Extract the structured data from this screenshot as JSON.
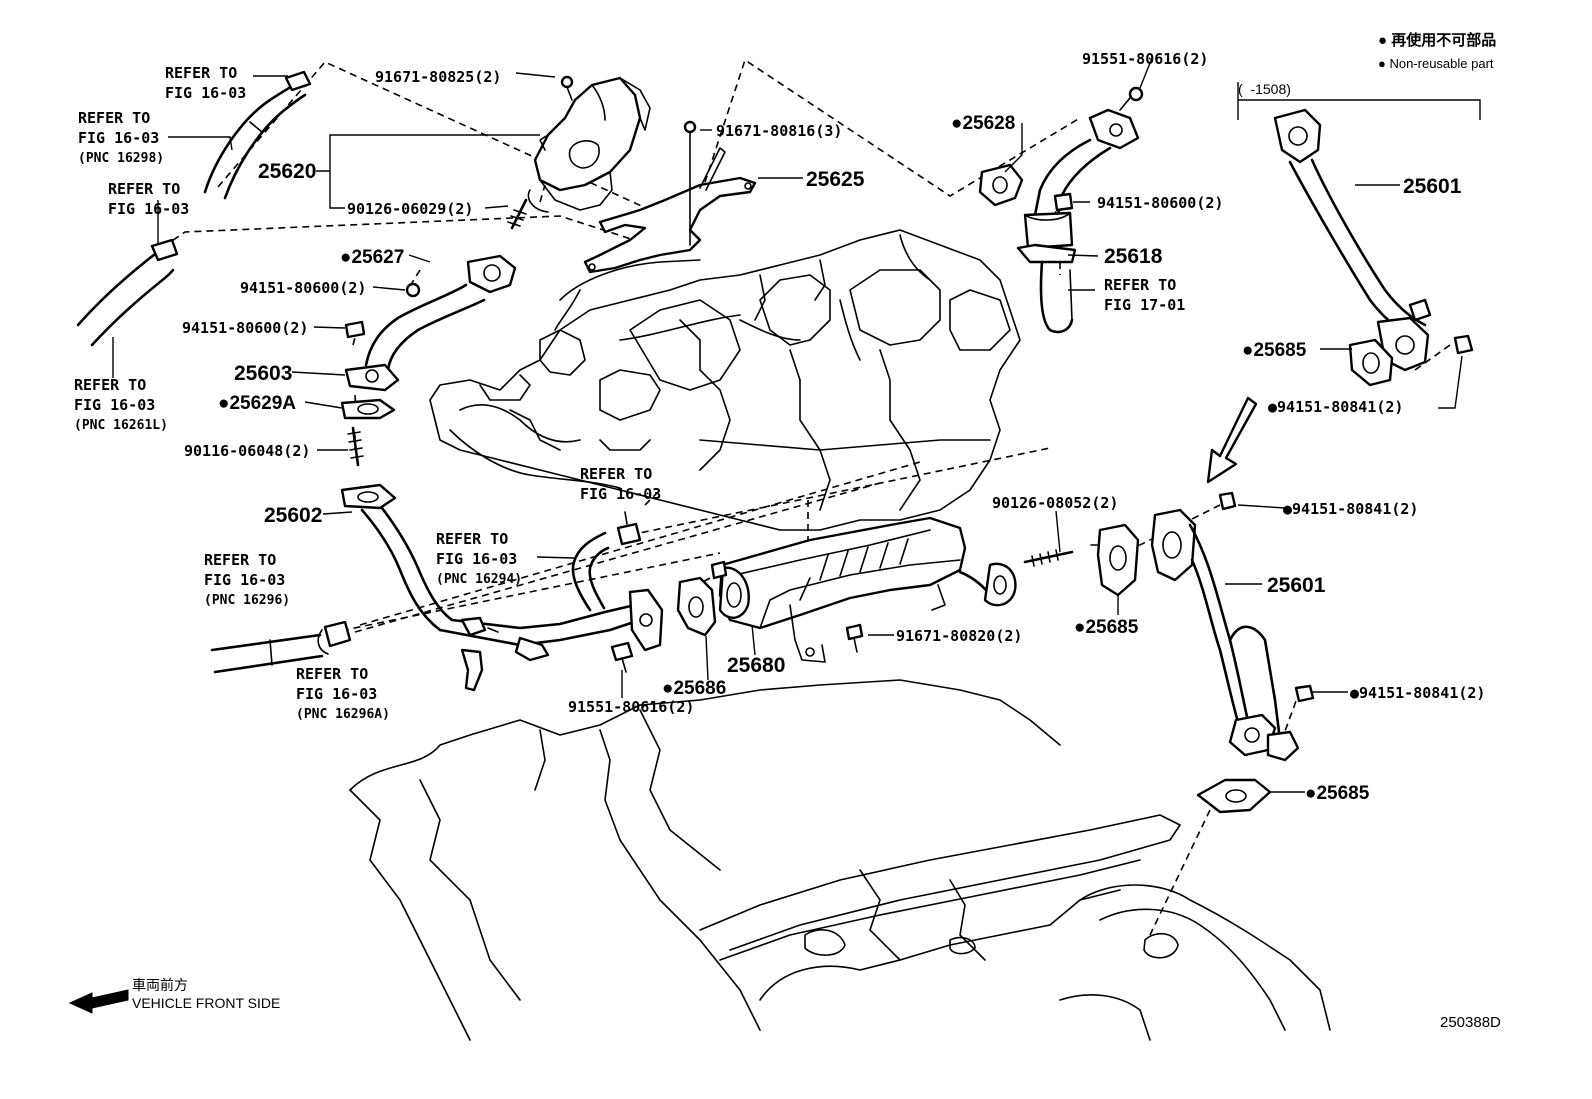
{
  "legend": {
    "line1": "● 再使用不可部品",
    "line2": "● Non-reusable part"
  },
  "bracket_note": "(  -1508)",
  "front_note": {
    "jp": "車両前方",
    "en": "VEHICLE FRONT SIDE"
  },
  "figure_code": "250388D",
  "labels": {
    "refer_a_1": "REFER TO",
    "refer_a_2": "FIG 16-03",
    "refer_b_1": "REFER TO",
    "refer_b_2": "FIG 16-03",
    "refer_b_3": "(PNC 16298)",
    "refer_c_1": "REFER TO",
    "refer_c_2": "FIG 16-03",
    "refer_d_1": "REFER TO",
    "refer_d_2": "FIG 16-03",
    "refer_d_3": "(PNC 16261L)",
    "refer_e_1": "REFER TO",
    "refer_e_2": "FIG 16-03",
    "refer_f_1": "REFER TO",
    "refer_f_2": "FIG 16-03",
    "refer_f_3": "(PNC 16294)",
    "refer_g_1": "REFER TO",
    "refer_g_2": "FIG 16-03",
    "refer_g_3": "(PNC 16296)",
    "refer_h_1": "REFER TO",
    "refer_h_2": "FIG 16-03",
    "refer_h_3": "(PNC 16296A)",
    "refer_i_1": "REFER TO",
    "refer_i_2": "FIG 17-01",
    "p91671_80825": "91671-80825(2)",
    "p25620": "25620",
    "p90126_06029": "90126-06029(2)",
    "p91671_80816": "91671-80816(3)",
    "p25625": "25625",
    "p25627": "●25627",
    "p94151_80600_a": "94151-80600(2)",
    "p94151_80600_b": "94151-80600(2)",
    "p25603": "25603",
    "p25629A": "●25629A",
    "p90116_06048": "90116-06048(2)",
    "p25602": "25602",
    "p91551_80616_a": "91551-80616(2)",
    "p25628": "●25628",
    "p94151_80600_c": "94151-80600(2)",
    "p25618": "25618",
    "p25601_a": "25601",
    "p25685_a": "●25685",
    "p94151_80841_a": "●94151-80841(2)",
    "p90126_08052": "90126-08052(2)",
    "p94151_80841_b": "●94151-80841(2)",
    "p25601_b": "25601",
    "p25685_b": "●25685",
    "p91671_80820": "91671-80820(2)",
    "p25680": "25680",
    "p25686": "●25686",
    "p91551_80616_b": "91551-80616(2)",
    "p94151_80841_c": "●94151-80841(2)",
    "p25685_c": "●25685"
  }
}
